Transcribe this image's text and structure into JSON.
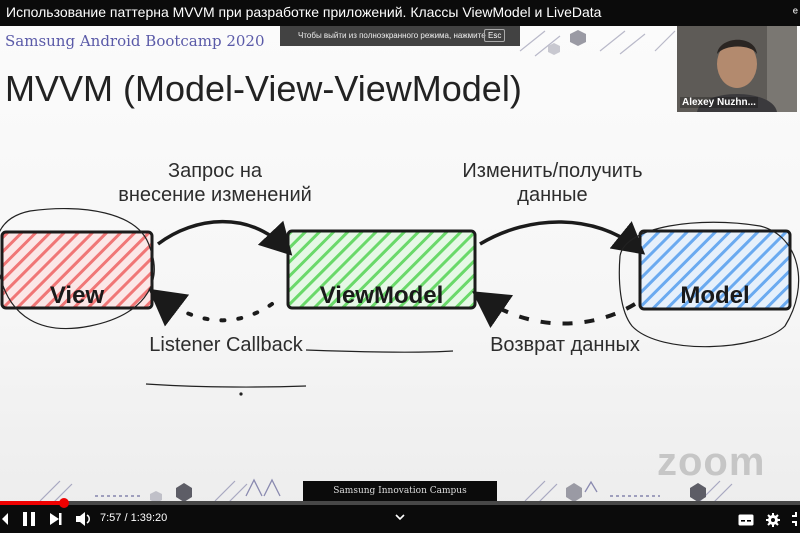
{
  "video": {
    "title": "Использование паттерна MVVM при разработке приложений. Классы ViewModel и LiveData",
    "overflow_indicator": "ᵉ"
  },
  "fullscreen_toast": {
    "text": "Чтобы выйти из полноэкранного режима, нажмите",
    "key": "Esc"
  },
  "slide": {
    "header": "Samsung Android Bootcamp 2020",
    "title": "MVVM (Model-View-ViewModel)",
    "boxes": {
      "view": "View",
      "viewmodel": "ViewModel",
      "model": "Model"
    },
    "labels": {
      "request_line1": "Запрос на",
      "request_line2": "внесение изменений",
      "change_line1": "Изменить/получить",
      "change_line2": "данные",
      "listener": "Listener Callback",
      "return": "Возврат данных"
    },
    "colors": {
      "view": "#f06a6a",
      "viewmodel": "#5ed65e",
      "model": "#5aa0ea"
    },
    "footer": "Samsung Innovation Campus",
    "watermark": "zoom"
  },
  "webcam": {
    "name": "Alexey Nuzhn..."
  },
  "player": {
    "time": "7:57 / 1:39:20",
    "progress": 0.08,
    "icons": [
      "play-prev-icon",
      "pause-icon",
      "next-icon",
      "volume-icon",
      "chevron-down-icon",
      "subtitles-icon",
      "settings-icon",
      "fullscreen-exit-icon"
    ]
  }
}
